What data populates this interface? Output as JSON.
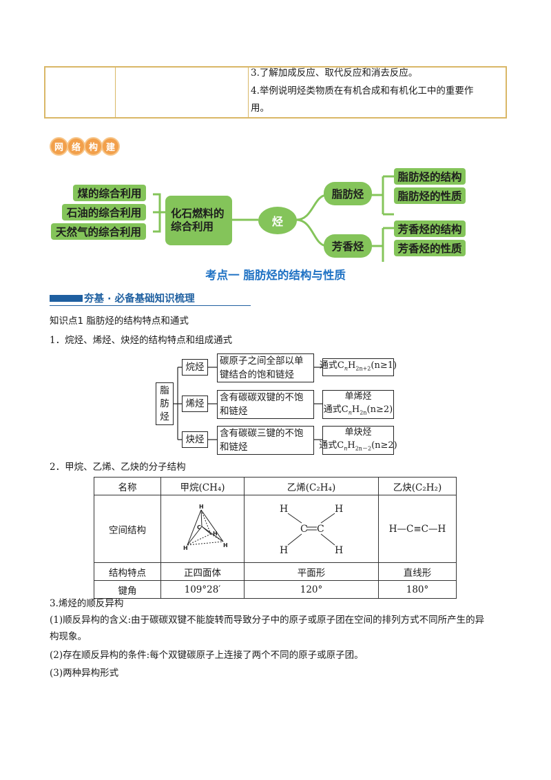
{
  "top_table": {
    "line1": "3.了解加成反应、取代反应和消去反应。",
    "line2": "4.举例说明烃类物质在有机合成和有机化工中的重要作",
    "line3": "用。"
  },
  "badge": [
    "网",
    "络",
    "构",
    "建"
  ],
  "mindmap": {
    "left": [
      "煤的综合利用",
      "石油的综合利用",
      "天然气的综合利用"
    ],
    "center": "化石燃料的综合利用",
    "root": "烃",
    "branches": [
      {
        "name": "脂肪烃",
        "children": [
          "脂肪烃的结构",
          "脂肪烃的性质"
        ]
      },
      {
        "name": "芳香烃",
        "children": [
          "芳香烃的结构",
          "芳香烃的性质"
        ]
      }
    ]
  },
  "section_title": "考点一   脂肪烃的结构与性质",
  "banner": "夯基 · 必备基础知识梳理",
  "kp1": "知识点1  脂肪烃的结构特点和通式",
  "item1": "1．烷烃、烯烃、炔烃的结构特点和组成通式",
  "diagram": {
    "root": [
      "脂",
      "肪",
      "烃"
    ],
    "rows": [
      {
        "name": "烷烃",
        "desc": [
          "碳原子之间全部以单",
          "键结合的饱和链烃"
        ],
        "formula_pre": "通式C",
        "formula_n": "n",
        "formula_h": "H",
        "formula_sub": "2n+2",
        "formula_post": "(n≥1)"
      },
      {
        "name": "烯烃",
        "desc": [
          "含有碳碳双键的不饱",
          "和链烃"
        ],
        "title": "单烯烃",
        "formula_pre": "通式C",
        "formula_n": "n",
        "formula_h": "H",
        "formula_sub": "2n",
        "formula_post": "(n≥2)"
      },
      {
        "name": "炔烃",
        "desc": [
          "含有碳碳三键的不饱",
          "和链烃"
        ],
        "title": "单炔烃",
        "formula_pre": "通式C",
        "formula_n": "n",
        "formula_h": "H",
        "formula_sub": "2n－2",
        "formula_post": "(n≥2)"
      }
    ]
  },
  "item2": "2．甲烷、乙烯、乙炔的分子结构",
  "mol_table": {
    "headers": [
      "名称",
      "甲烷(CH₄)",
      "乙烯(C₂H₄)",
      "乙炔(C₂H₂)"
    ],
    "row_space": "空间结构",
    "acetylene": "H—C≡C—H",
    "row_feature": [
      "结构特点",
      "正四面体",
      "平面形",
      "直线形"
    ],
    "row_angle": [
      "键角",
      "109°28′",
      "120°",
      "180°"
    ]
  },
  "item3": "3.烯烃的顺反异构",
  "p1": "(1)顺反异构的含义:由于碳碳双键不能旋转而导致分子中的原子或原子团在空间的排列方式不同所产生的异",
  "p1b": "构现象。",
  "p2": "(2)存在顺反异构的条件:每个双键碳原子上连接了两个不同的原子或原子团。",
  "p3": "(3)两种异构形式"
}
